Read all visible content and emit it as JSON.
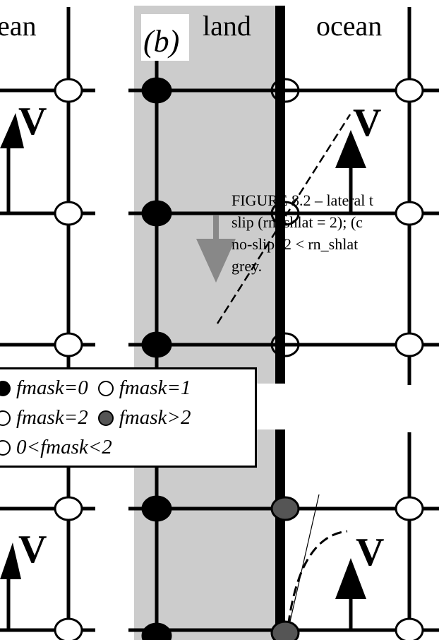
{
  "panel_label": "(b)",
  "left_ocean_label": "ean",
  "land_label": "land",
  "right_ocean_label": "ocean",
  "velocity_label": "V",
  "caption": {
    "line1": "FIGURE 8.2 – lateral t",
    "line2": "slip (rn_shlat = 2); (c",
    "line3": "no-slip (2 < rn_shlat",
    "line4": "grey."
  },
  "legend": {
    "row1_a": "fmask=0",
    "row1_b": "fmask=1",
    "row2_a": "fmask=2",
    "row2_b": "fmask>2",
    "row3": "0<fmask<2"
  },
  "colors": {
    "land_fill": "#cccccc",
    "grey_arrow": "#888888",
    "fmask_gt2_fill": "#555555",
    "ink": "#000000"
  }
}
